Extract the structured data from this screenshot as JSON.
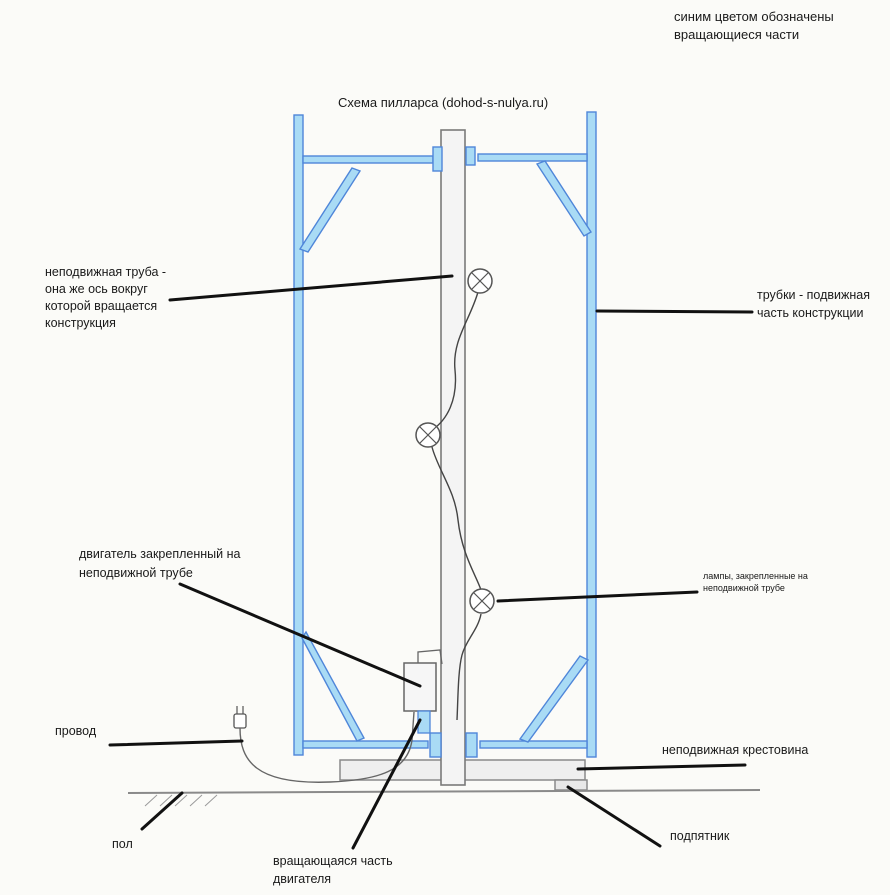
{
  "title": "Схема пилларса (dohod-s-nulya.ru)",
  "legend_note": [
    "синим цветом обозначены",
    "вращающиеся части"
  ],
  "labels": {
    "fixed_pipe": [
      "неподвижная труба -",
      "она же ось вокруг",
      "которой вращается",
      "конструкция"
    ],
    "tubes": [
      "трубки - подвижная",
      "часть конструкции"
    ],
    "motor": [
      "двигатель закрепленный на",
      "неподвижной трубе"
    ],
    "lamps": [
      "лампы, закрепленные на",
      "неподвижной трубе"
    ],
    "wire": "провод",
    "cross": "неподвижная крестовина",
    "floor": "пол",
    "bearing": "подпятник",
    "motor_rotating": [
      "вращающаяся часть",
      "двигателя"
    ]
  },
  "colors": {
    "rotating": "#4f86d9",
    "rotating_fill": "#9fd3f2",
    "fixed": "#7a7a7a",
    "leader": "#111111"
  }
}
